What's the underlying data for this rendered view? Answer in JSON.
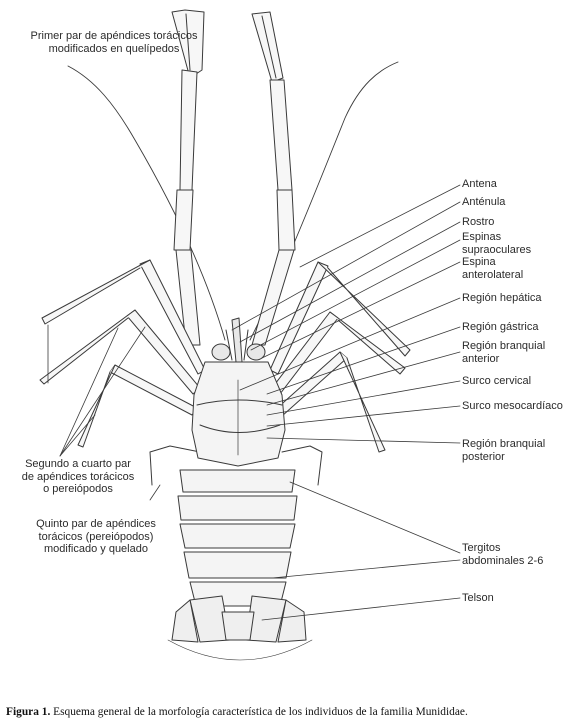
{
  "labels": {
    "primer_par": [
      "Primer par de apéndices torácicos",
      "modificados en  quelípedos"
    ],
    "antena": "Antena",
    "antenula": "Anténula",
    "rostro": "Rostro",
    "espinas_supraoculares": [
      "Espinas",
      "supraoculares"
    ],
    "espina_anterolateral": [
      "Espina",
      "anterolateral"
    ],
    "region_hepatica": "Región hepática",
    "region_gastrica": "Región gástrica",
    "region_branquial_anterior": [
      "Región branquial",
      "anterior"
    ],
    "surco_cervical": "Surco cervical",
    "surco_mesocardiaco": "Surco mesocardíaco",
    "region_branquial_posterior": [
      "Región branquial",
      "posterior"
    ],
    "segundo_cuarto": [
      "Segundo a cuarto par",
      "de apéndices torácicos",
      "o pereiópodos"
    ],
    "quinto_par": [
      "Quinto par de apéndices",
      "torácicos (pereiópodos)",
      "modificado y quelado"
    ],
    "tergitos": [
      "Tergitos",
      "abdominales 2-6"
    ],
    "telson": "Telson"
  },
  "caption": {
    "bold": "Figura 1.",
    "text": " Esquema general de la morfología característica de los individuos de la familia Munididae."
  }
}
